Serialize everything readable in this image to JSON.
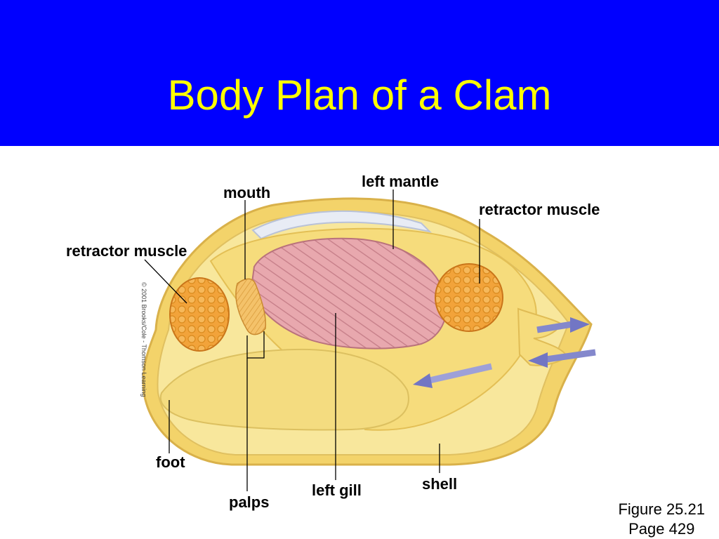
{
  "slide": {
    "title": "Body Plan of a Clam",
    "background_color": "#ffffff",
    "title_bar_color": "#0000ff",
    "title_color": "#ffff00"
  },
  "diagram": {
    "copyright": "© 2001 Brooks/Cole - Thomson Learning",
    "labels": {
      "mouth": "mouth",
      "left_mantle": "left mantle",
      "retractor_muscle_right": "retractor muscle",
      "retractor_muscle_left": "retractor muscle",
      "foot": "foot",
      "palps": "palps",
      "left_gill": "left gill",
      "shell": "shell"
    }
  },
  "figure_ref": {
    "figure": "Figure 25.21",
    "page": "Page 429"
  }
}
